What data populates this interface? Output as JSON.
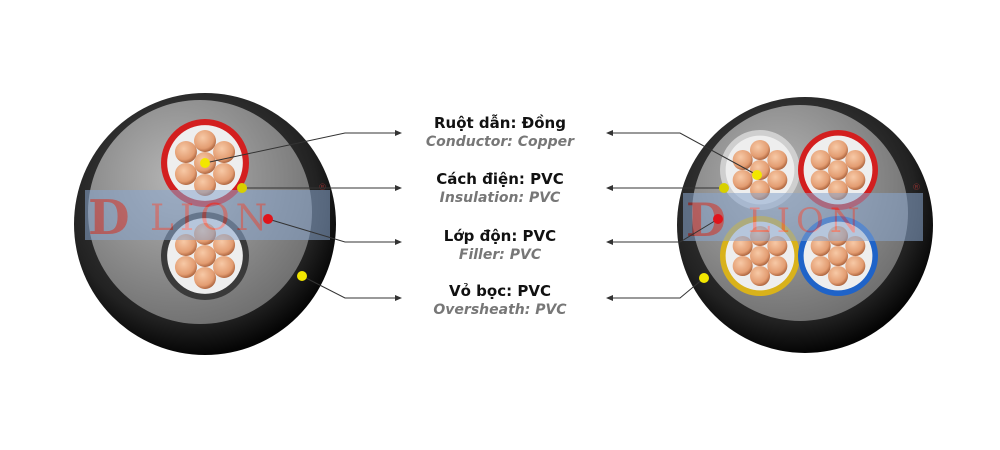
{
  "labels": [
    {
      "vi": "Ruột dẫn: Đồng",
      "en": "Conductor: Copper"
    },
    {
      "vi": "Cách điện: PVC",
      "en": "Insulation: PVC"
    },
    {
      "vi": "Lớp độn: PVC",
      "en": "Filler: PVC"
    },
    {
      "vi": "Vỏ bọc: PVC",
      "en": "Oversheath: PVC"
    }
  ],
  "watermark": {
    "logo_letter": "D",
    "brand": "LION",
    "mark": "®"
  },
  "colors": {
    "copper": "#e7a57c",
    "sheath": "#1c1c1c",
    "filler": "#8d8d8d",
    "marker_yellow": "#f2e600",
    "marker_red": "#e0141b",
    "insulation": [
      "#d31f1f",
      "#dcdcdc",
      "#d9b21a",
      "#1f63c8"
    ]
  }
}
